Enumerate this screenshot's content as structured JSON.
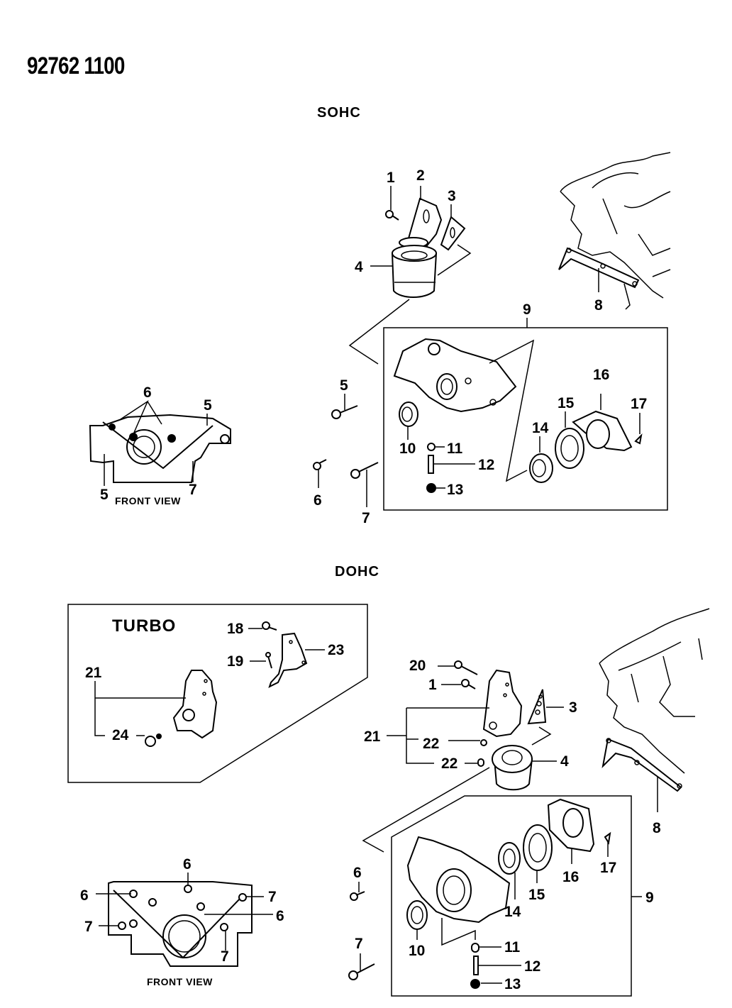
{
  "header": {
    "part_number": "92762 1100"
  },
  "sections": {
    "sohc": {
      "title": "SOHC",
      "front_view_caption": "FRONT VIEW",
      "callouts": [
        "1",
        "2",
        "3",
        "4",
        "5",
        "6",
        "7",
        "8",
        "9",
        "10",
        "11",
        "12",
        "13",
        "14",
        "15",
        "16",
        "17"
      ],
      "front_view_callouts": [
        "6",
        "5",
        "5",
        "7"
      ],
      "fastener_callouts": [
        "5",
        "6",
        "7"
      ]
    },
    "dohc": {
      "title": "DOHC",
      "turbo_label": "TURBO",
      "turbo_callouts": [
        "18",
        "19",
        "21",
        "23",
        "24"
      ],
      "front_view_caption": "FRONT VIEW",
      "front_view_callouts": [
        "6",
        "6",
        "7",
        "6",
        "7",
        "7"
      ],
      "callouts": [
        "20",
        "1",
        "3",
        "21",
        "22",
        "22",
        "4",
        "8",
        "6",
        "7",
        "9",
        "10",
        "11",
        "12",
        "13",
        "14",
        "15",
        "16",
        "17"
      ]
    }
  }
}
